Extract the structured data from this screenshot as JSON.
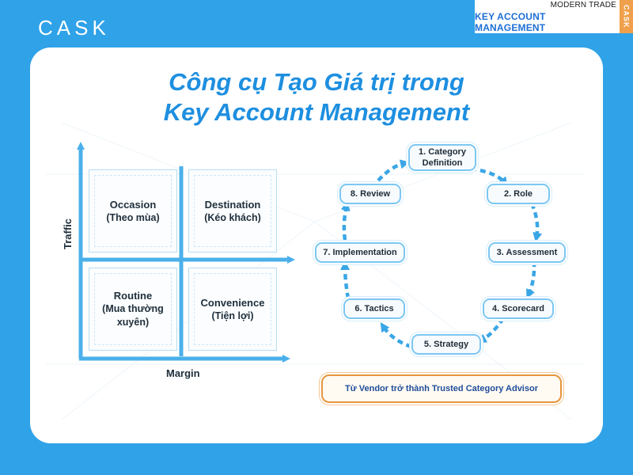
{
  "header": {
    "brand": "CASK",
    "badge_line1": "MODERN TRADE",
    "badge_line2": "KEY ACCOUNT MANAGEMENT",
    "badge_side": "CASK"
  },
  "card": {
    "title_line1": "Công cụ Tạo Giá trị trong",
    "title_line2": "Key Account Management"
  },
  "matrix": {
    "y_axis_label": "Traffic",
    "x_axis_label": "Margin",
    "quadrants": [
      {
        "title": "Occasion",
        "subtitle": "(Theo mùa)"
      },
      {
        "title": "Destination",
        "subtitle": "(Kéo khách)"
      },
      {
        "title": "Routine",
        "subtitle": "(Mua thường xuyên)"
      },
      {
        "title": "Convenience",
        "subtitle": "(Tiện lợi)"
      }
    ]
  },
  "cycle": {
    "steps": [
      "1. Category Definition",
      "2. Role",
      "3. Assessment",
      "4. Scorecard",
      "5. Strategy",
      "6. Tactics",
      "7. Implementation",
      "8. Review"
    ],
    "callout": "Từ Vendor trở thành Trusted Category Advisor"
  },
  "colors": {
    "background": "#2fa2e8",
    "title": "#1e8fe0",
    "accent_blue": "#7cc7f2",
    "arrow_blue": "#3aa6e6",
    "callout_orange": "#e7953d"
  }
}
